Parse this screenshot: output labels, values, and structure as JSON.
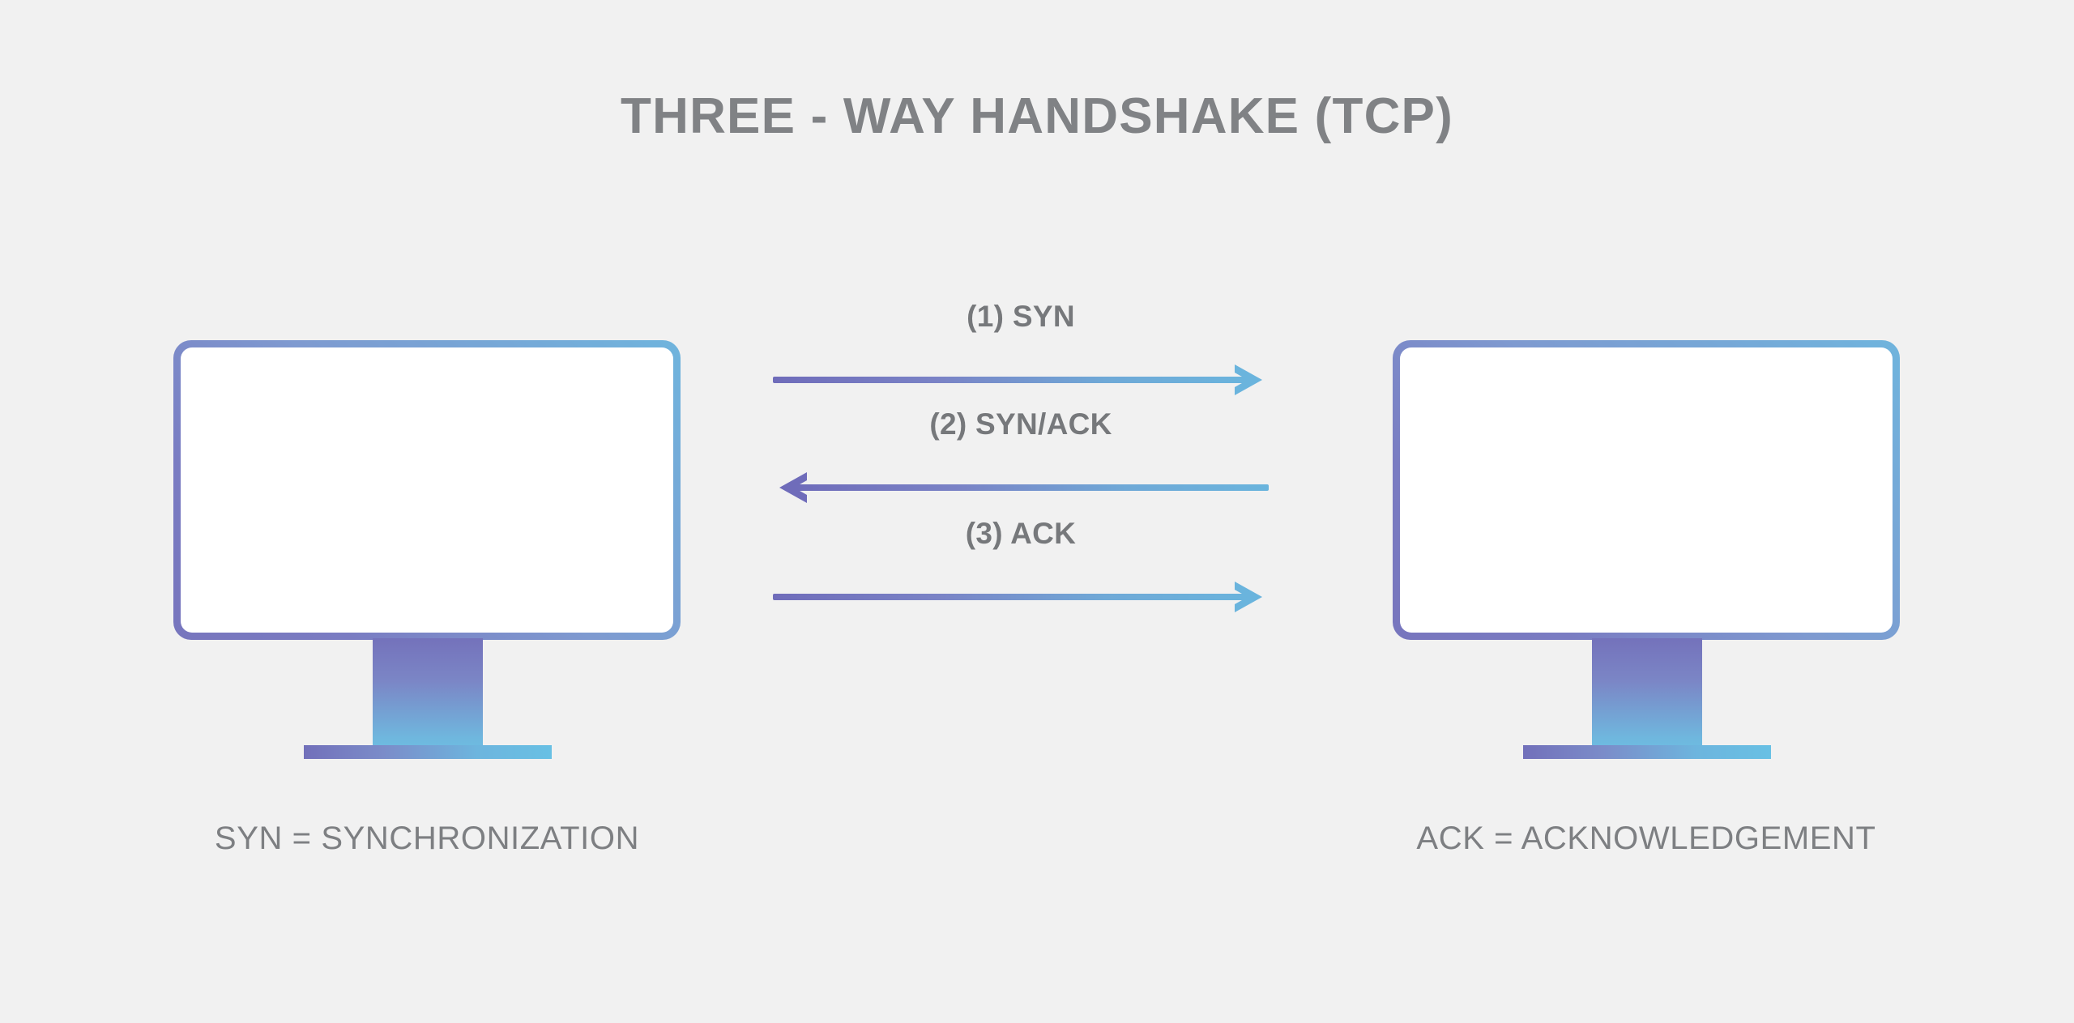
{
  "page": {
    "title": "THREE - WAY HANDSHAKE (TCP)",
    "background_color": "#f1f1f1",
    "title_color": "#808285",
    "label_color": "#7d7f82",
    "message_label_color": "#76787b",
    "gradient_start": "#6f6cba",
    "gradient_end": "#6ab4dd"
  },
  "nodes": [
    {
      "id": "client",
      "side": "left",
      "icon": "monitor-icon",
      "caption": "SYN = SYNCHRONIZATION"
    },
    {
      "id": "server",
      "side": "right",
      "icon": "monitor-icon",
      "caption": "ACK = ACKNOWLEDGEMENT"
    }
  ],
  "messages": [
    {
      "step": 1,
      "label": "(1) SYN",
      "direction": "right",
      "from": "client",
      "to": "server",
      "arrow_icon": "arrow-right-icon"
    },
    {
      "step": 2,
      "label": "(2) SYN/ACK",
      "direction": "left",
      "from": "server",
      "to": "client",
      "arrow_icon": "arrow-left-icon"
    },
    {
      "step": 3,
      "label": "(3) ACK",
      "direction": "right",
      "from": "client",
      "to": "server",
      "arrow_icon": "arrow-right-icon"
    }
  ]
}
